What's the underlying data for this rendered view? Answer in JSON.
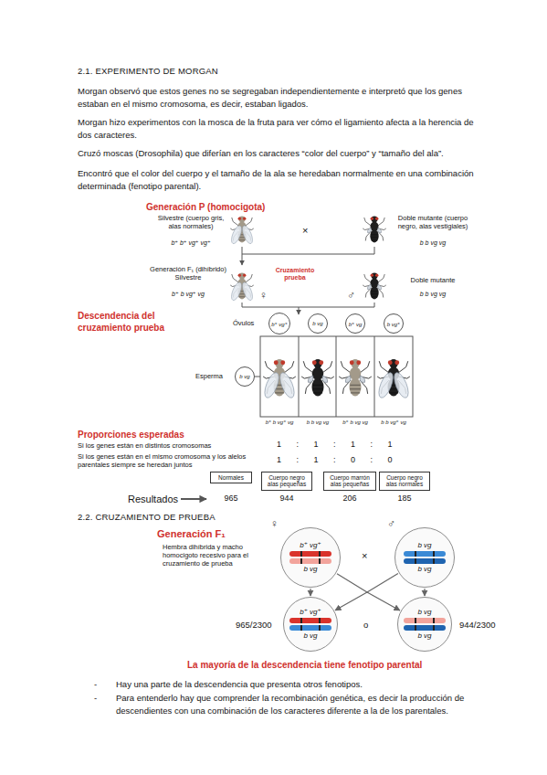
{
  "diagram": {
    "nodes": [
      {
        "text": [
          "b⁺ vg⁺"
        ]
      },
      {
        "text": [
          "b vg"
        ]
      },
      {
        "text": [
          "b⁺ vg"
        ]
      },
      {
        "text": [
          "b vg⁺"
        ]
      },
      {
        "text": [
          "b vg"
        ]
      },
      {
        "text": [
          "Normales"
        ]
      },
      {
        "text": [
          "Cuerpo negro alas pequeñas"
        ]
      },
      {
        "text": [
          "Cuerpo marrón alas pequeñas"
        ]
      },
      {
        "text": [
          "Cuerpo negro alas normales"
        ]
      },
      {
        "text": [
          "b⁺ vg⁺",
          "b vg"
        ]
      },
      {
        "text": [
          "b vg",
          "b vg"
        ]
      },
      {
        "text": [
          "b⁺ vg⁺",
          "b vg"
        ]
      },
      {
        "text": [
          "b vg",
          "b vg"
        ]
      }
    ],
    "edges": [
      {
        "from": 9,
        "to": 11,
        "arrow": "to"
      },
      {
        "from": 9,
        "to": 12,
        "arrow": "to"
      },
      {
        "from": 10,
        "to": 11,
        "arrow": "to"
      },
      {
        "from": 10,
        "to": 12,
        "arrow": "to"
      }
    ],
    "labels": [
      "2.1. EXPERIMENTO DE MORGAN",
      "Morgan observó que estos genes no se segregaban independientemente e interpretó que los genes estaban en el mismo cromosoma, es decir, estaban ligados.",
      "Morgan hizo experimentos con la mosca de la fruta para ver cómo el ligamiento afecta a la herencia de dos caracteres.",
      "Cruzó moscas (Drosophila) que diferían en los caracteres “color del cuerpo” y “tamaño del ala”.",
      "Encontró que el color del cuerpo y el tamaño de la ala se heredaban normalmente en una combinación determinada (fenotipo parental).",
      "Generación P (homocigota)",
      "Silvestre (cuerpo gris, alas normales)",
      "b⁺ b⁺ vg⁺ vg⁺",
      "Doble mutante (cuerpo negro, alas vestigiales)",
      "b b vg vg",
      "×",
      "Generación F₁ (dihíbrido) Silvestre",
      "b⁺ b vg⁺ vg",
      "Cruzamiento prueba",
      "Doble mutante",
      "b b vg vg",
      "♀",
      "♂",
      "Descendencia del cruzamiento prueba",
      "Óvulos",
      "Esperma",
      "b⁺ b vg⁺ vg",
      "b b vg vg",
      "b⁺ b vg vg",
      "b b vg⁺ vg",
      "Proporciones esperadas",
      "Si los genes están en distintos cromosomas",
      "1 : 1 : 1 : 1",
      "Si los genes están en el mismo cromosoma y los alelos parentales siempre se heredan juntos",
      "1 : 1 : 0 : 0",
      "Resultados",
      "965",
      "944",
      "206",
      "185",
      "2.2. CRUZAMIENTO DE PRUEBA",
      "Generación F₁",
      "Hembra dihíbrida y macho homocigoto recesivo para el cruzamiento de prueba",
      "♀",
      "♂",
      "×",
      "965/2300",
      "o",
      "944/2300",
      "La mayoría de la descendencia tiene fenotipo parental",
      "-",
      "Hay una parte de la descendencia que presenta otros fenotipos.",
      "-",
      "Para entenderlo hay que comprender la recombinación genética, es decir la producción de descendientes con una combinación de los caracteres diferente a la de los parentales."
    ]
  }
}
